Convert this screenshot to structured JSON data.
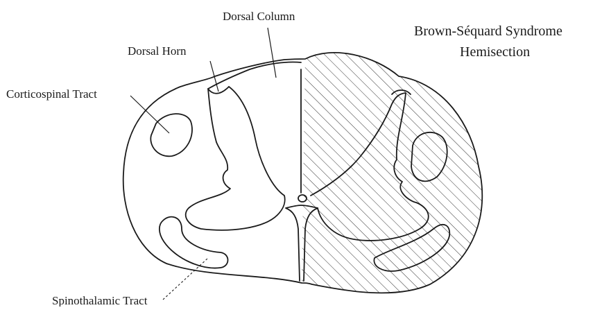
{
  "title": {
    "line1": "Brown-Séquard Syndrome",
    "line2": "Hemisection"
  },
  "labels": {
    "dorsal_column": "Dorsal Column",
    "dorsal_horn": "Dorsal Horn",
    "corticospinal_tract": "Corticospinal Tract",
    "spinothalamic_tract": "Spinothalamic Tract"
  },
  "colors": {
    "ink": "#1a1a1a",
    "background": "#ffffff"
  }
}
